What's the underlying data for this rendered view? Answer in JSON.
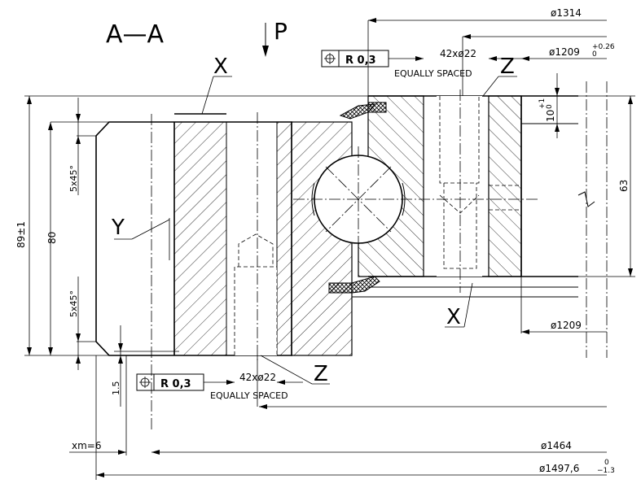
{
  "section_label": "A—A",
  "view_label": "P",
  "details": {
    "x_top": "X",
    "x_bottom": "X",
    "y": "Y",
    "z_top": "Z",
    "z_bottom": "Z"
  },
  "callouts": {
    "top_tolerance_radius": "R 0,3",
    "top_holes": "42xø22",
    "top_spacing": "EQUALLY SPACED",
    "bottom_tolerance_radius": "R 0,3",
    "bottom_holes": "42xø22",
    "bottom_spacing": "EQUALLY SPACED"
  },
  "diameters": {
    "d1314": "ø1314",
    "d1209_tol": "ø1209",
    "d1209_tol_upper": "+0.26",
    "d1209_tol_lower": "0",
    "d1209": "ø1209",
    "d1464": "ø1464",
    "d1497": "ø1497,6",
    "d1497_tol_upper": "0",
    "d1497_tol_lower": "−1.3"
  },
  "heights": {
    "overall": "89±1",
    "inner": "80",
    "outer": "63",
    "step": "10",
    "step_tol_upper": "+1",
    "step_tol_lower": "0",
    "chamfer_top": "5x45°",
    "chamfer_bottom": "5x45°",
    "offset": "1.5",
    "module": "xm=6"
  }
}
